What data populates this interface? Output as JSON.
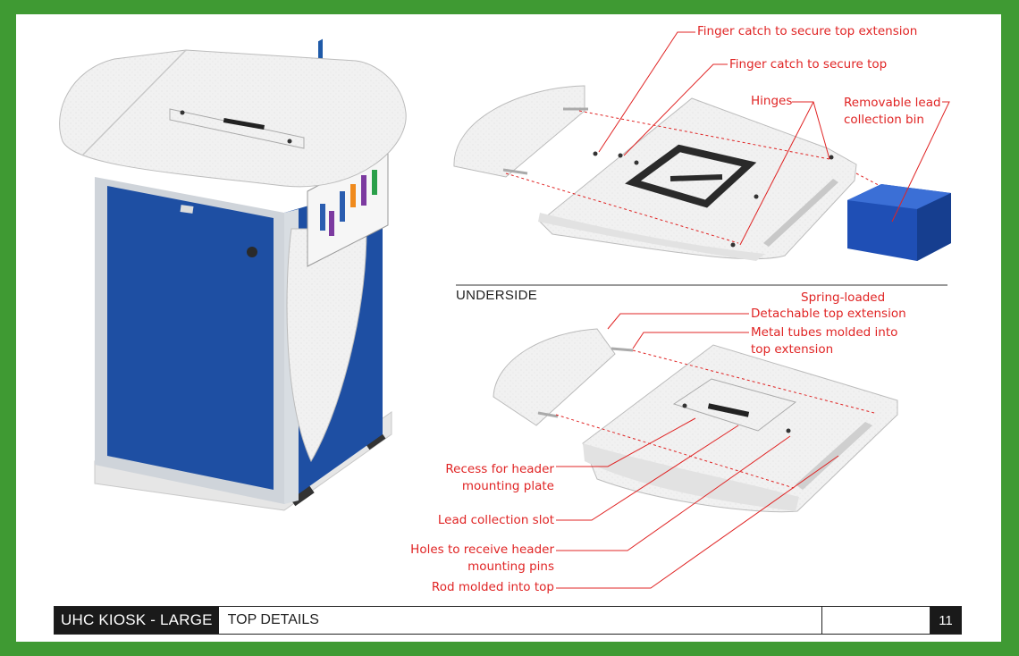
{
  "footer": {
    "doc_title": "UHC KIOSK - LARGE",
    "section_title": "TOP DETAILS",
    "page_number": "11"
  },
  "section_label": "UNDERSIDE",
  "callouts": {
    "finger_catch_extension": "Finger catch to secure top extension",
    "finger_catch_top": "Finger catch to secure top",
    "hinges": "Hinges",
    "removable_bin_1": "Removable lead",
    "removable_bin_2": "collection bin",
    "spring_loaded": "Spring-loaded",
    "detachable_extension": "Detachable top extension",
    "metal_tubes_1": "Metal tubes molded into",
    "metal_tubes_2": "top extension",
    "recess_1": "Recess for header",
    "recess_2": "mounting plate",
    "lead_slot": "Lead collection slot",
    "holes_1": "Holes to receive header",
    "holes_2": "mounting pins",
    "rod": "Rod molded into top"
  },
  "colors": {
    "frame_green": "#3f9a33",
    "callout_red": "#e02424",
    "cabinet_blue": "#1e4fa3",
    "panel_white": "#f2f2f2"
  }
}
